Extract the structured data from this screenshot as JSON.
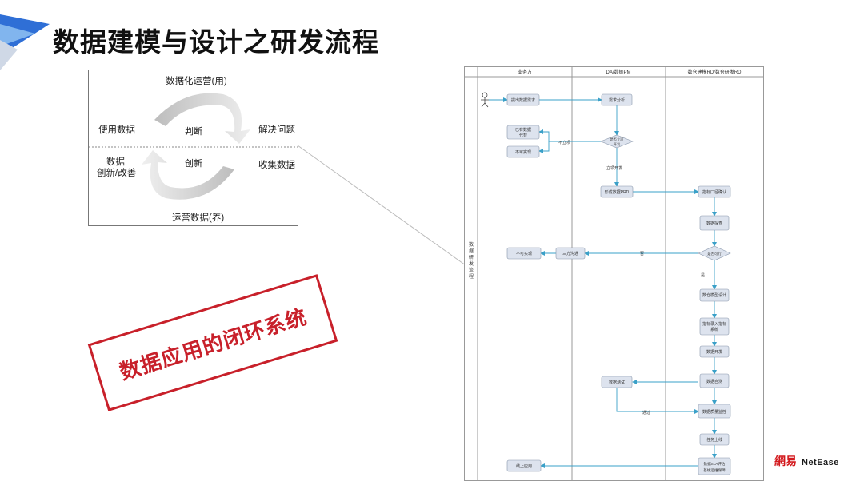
{
  "slide": {
    "title": "数据建模与设计之研发流程"
  },
  "cycle": {
    "top": "数据化运营(用)",
    "left_upper": "使用数据",
    "right_upper": "解决问题",
    "left_lower_1": "数据",
    "left_lower_2": "创新/改善",
    "right_lower": "收集数据",
    "bottom": "运营数据(养)",
    "center_upper": "判断",
    "center_lower": "创新"
  },
  "flow": {
    "lanes": [
      "业务方",
      "DA/数据PM",
      "数仓建模RD/数仓研发RD"
    ],
    "side_label": [
      "数",
      "据",
      "研",
      "发",
      "流",
      "程"
    ],
    "nodes": {
      "raise_req": "提出数据需求",
      "req_analysis": "需求分析",
      "decision_dev_1": "是否立项",
      "decision_dev_2": "开发",
      "existing_1": "已有数据",
      "existing_2": "代替",
      "unrealizable_1": "不可实现",
      "form_prd": "形成数据PRD",
      "caliber_confirm": "指标口径确认",
      "data_explore": "数据探查",
      "feasible": "是否可行",
      "unrealizable_2": "不可实现",
      "three_party": "三方沟通",
      "model_design": "数仓模型设计",
      "metric_entry_1": "指标录入指标",
      "metric_entry_2": "系统",
      "data_dev": "数据开发",
      "data_selftest": "数据自测",
      "data_test": "数据测试",
      "quality_monitor": "数据质量监控",
      "task_online": "任务上线",
      "sla_1": "数据SLA评估",
      "sla_2": "基线运维保障",
      "online_app": "线上应用"
    },
    "edge_labels": {
      "not_approved": "不立项",
      "approved": "立项开发",
      "no": "否",
      "yes": "是",
      "passed": "通过"
    }
  },
  "stamp": {
    "text": "数据应用的闭环系统"
  },
  "brand": {
    "cn": "網易",
    "en": "NetEase"
  },
  "colors": {
    "arrow_blue": "#3aa0c8",
    "stamp_red": "#c8202a",
    "node_fill": "#dde3ee"
  }
}
